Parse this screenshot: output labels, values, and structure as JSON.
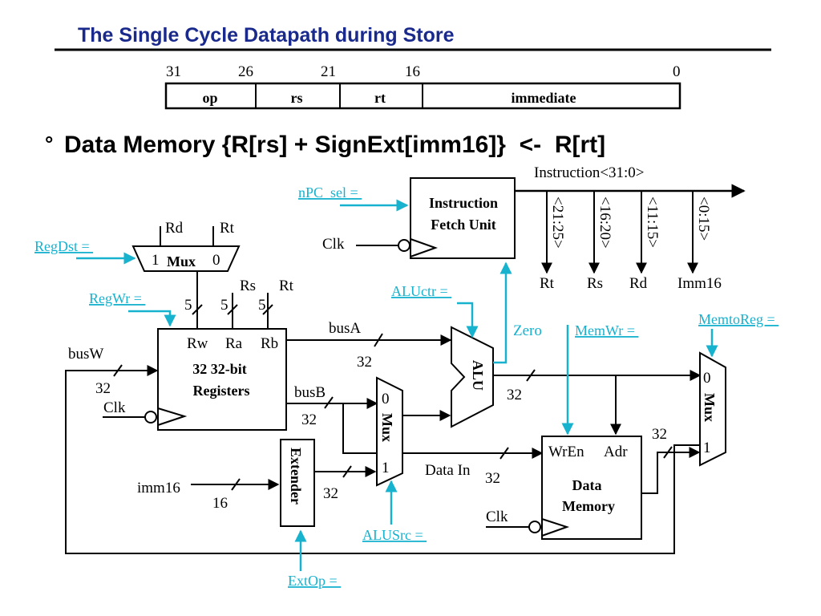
{
  "title": "The Single Cycle Datapath during Store",
  "format": {
    "bit_positions": [
      "31",
      "26",
      "21",
      "16",
      "0"
    ],
    "fields": [
      "op",
      "rs",
      "rt",
      "immediate"
    ]
  },
  "bullet": {
    "symbol": "°",
    "text": "Data Memory {R[rs] + SignExt[imm16]}  <-  R[rt]"
  },
  "controls": {
    "npc_sel": "nPC_sel = ",
    "regdst": "RegDst = ",
    "regwr": "RegWr = ",
    "aluctr": "ALUctr = ",
    "memwr": "MemWr = ",
    "memtoreg": "MemtoReg = ",
    "alusrc": "ALUSrc = ",
    "extop": "ExtOp = "
  },
  "fetch": {
    "line1": "Instruction",
    "line2": "Fetch Unit",
    "clk": "Clk",
    "instruction": "Instruction<31:0>",
    "slices": [
      "<21:25>",
      "<16:20>",
      "<11:15>",
      "<0:15>"
    ],
    "outputs": [
      "Rt",
      "Rs",
      "Rd",
      "Imm16"
    ]
  },
  "regdst_mux": {
    "in_rd": "Rd",
    "in_rt": "Rt",
    "sel1": "1",
    "sel0": "0",
    "label": "Mux"
  },
  "registers": {
    "top_rs": "Rs",
    "top_rt": "Rt",
    "widths": [
      "5",
      "5",
      "5"
    ],
    "ports": [
      "Rw",
      "Ra",
      "Rb"
    ],
    "line1": "32 32-bit",
    "line2": "Registers",
    "busw": "busW",
    "busw_width": "32",
    "clk": "Clk",
    "busa": "busA",
    "busa_width": "32",
    "busb": "busB",
    "busb_width": "32"
  },
  "alu": {
    "label": "ALU",
    "zero": "Zero",
    "out_width": "32"
  },
  "alusrc_mux": {
    "sel0": "0",
    "label": "Mux",
    "sel1": "1"
  },
  "extender": {
    "label": "Extender",
    "in": "imm16",
    "in_width": "16",
    "out_width": "32"
  },
  "memory": {
    "wren": "WrEn",
    "adr": "Adr",
    "line1": "Data",
    "line2": "Memory",
    "clk": "Clk",
    "data_in": "Data In",
    "data_in_width": "32",
    "out_width": "32"
  },
  "memtoreg_mux": {
    "sel0": "0",
    "label": "Mux",
    "sel1": "1"
  }
}
